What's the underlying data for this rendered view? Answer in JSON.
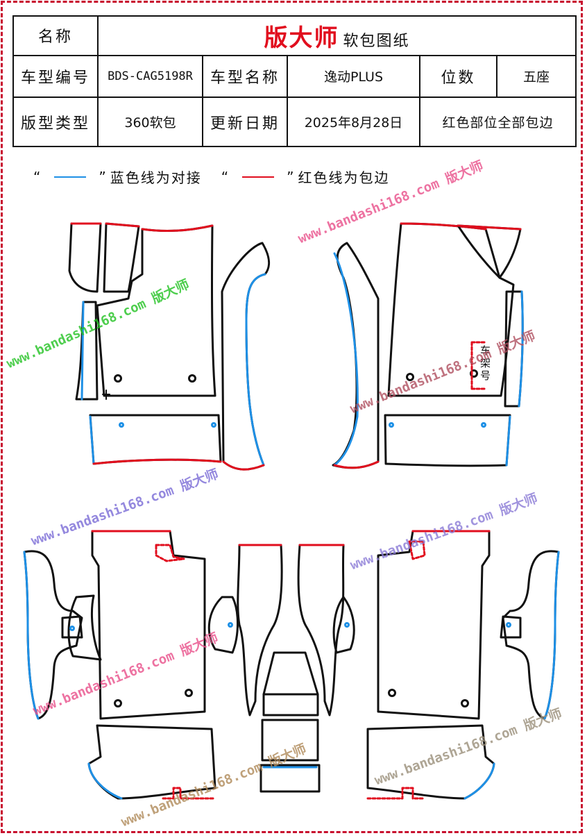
{
  "header": {
    "name_label": "名称",
    "brand": "版大师",
    "brand_sub": "软包图纸",
    "model_code_label": "车型编号",
    "model_code": "BDS-CAG5198R",
    "model_name_label": "车型名称",
    "model_name": "逸动PLUS",
    "seats_label": "位数",
    "seats": "五座",
    "type_label": "版型类型",
    "type": "360软包",
    "date_label": "更新日期",
    "date": "2025年8月28日",
    "note": "红色部位全部包边"
  },
  "legend": {
    "open_quote": "“",
    "close_quote": "”",
    "blue_text": "蓝色线为对接",
    "red_text": "红色线为包边",
    "blue_color": "#1e90e6",
    "red_color": "#e10e1e"
  },
  "frame_label": "车架号",
  "watermark": {
    "url": "www.bandashi168.com",
    "brand": "版大师",
    "colors": [
      "#22c222",
      "#e94f8a",
      "#7a6bd6",
      "#b08a5a",
      "#9a8f7a"
    ]
  }
}
